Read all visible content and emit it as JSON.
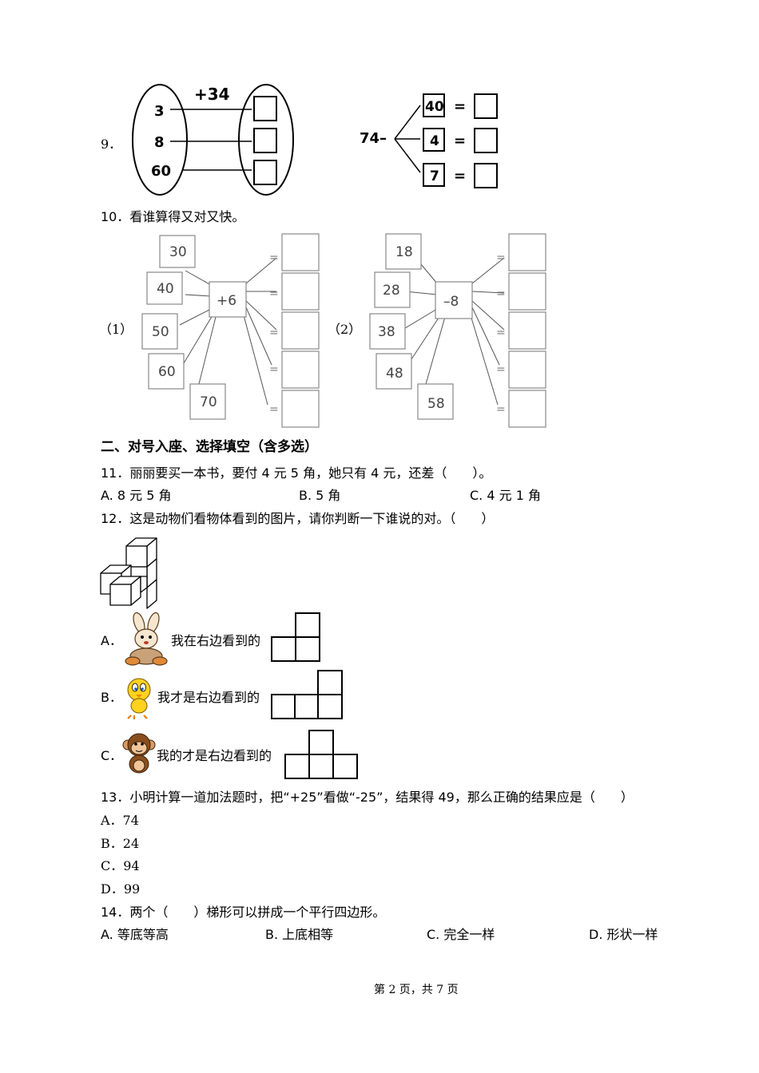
{
  "q9": {
    "number": "9．",
    "left": {
      "op": "+34",
      "inputs": [
        "3",
        "8",
        "60"
      ]
    },
    "right": {
      "start": "74–",
      "subtrahends": [
        "40",
        "4",
        "7"
      ],
      "eq": "="
    }
  },
  "q10": {
    "prompt": "10．看谁算得又对又快。",
    "part1": {
      "label": "（1）",
      "op": "+6",
      "inputs": [
        "30",
        "40",
        "50",
        "60",
        "70"
      ],
      "eq": "="
    },
    "part2": {
      "label": "（2）",
      "op": "–8",
      "inputs": [
        "18",
        "28",
        "38",
        "48",
        "58"
      ],
      "eq": "="
    }
  },
  "section2": {
    "title": "二、对号入座、选择填空（含多选）"
  },
  "q11": {
    "prompt": "11．丽丽要买一本书，要付 4 元 5 角，她只有 4 元，还差（　　）。",
    "options": [
      "A. 8 元 5 角",
      "B. 5 角",
      "C. 4 元 1 角"
    ]
  },
  "q12": {
    "prompt": "12．这是动物们看物体看到的图片，请你判断一下谁说的对。（　　）",
    "options": [
      {
        "letter": "A．",
        "text": "我在右边看到的",
        "animal": "rabbit-icon"
      },
      {
        "letter": "B．",
        "text": "我才是右边看到的",
        "animal": "bird-icon"
      },
      {
        "letter": "C．",
        "text": "我的才是右边看到的",
        "animal": "monkey-icon"
      }
    ]
  },
  "q13": {
    "prompt": "13．小明计算一道加法题时，把“+25”看做“-25”，结果得 49，那么正确的结果应是（　　）",
    "options": [
      "A．74",
      "B．24",
      "C．94",
      "D．99"
    ]
  },
  "q14": {
    "prompt": "14．两个（　　）梯形可以拼成一个平行四边形。",
    "options": [
      "A. 等底等高",
      "B. 上底相等",
      "C. 完全一样",
      "D. 形状一样"
    ]
  },
  "footer": {
    "page": "第 2 页，共 7 页"
  }
}
